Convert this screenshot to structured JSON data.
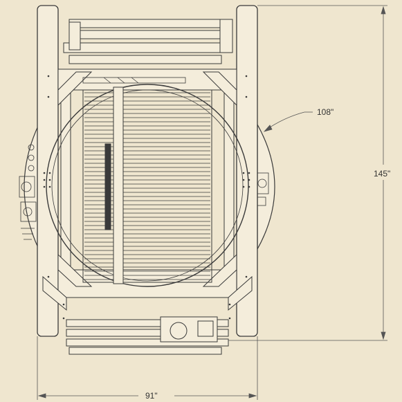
{
  "dimensions": {
    "turntable_diameter": "108\"",
    "overall_length": "145\"",
    "overall_width": "91\""
  },
  "colors": {
    "background": "#efe6cf",
    "frame_fill": "#f4eddb",
    "line": "#3a3a3a",
    "dim_line": "#555555"
  }
}
